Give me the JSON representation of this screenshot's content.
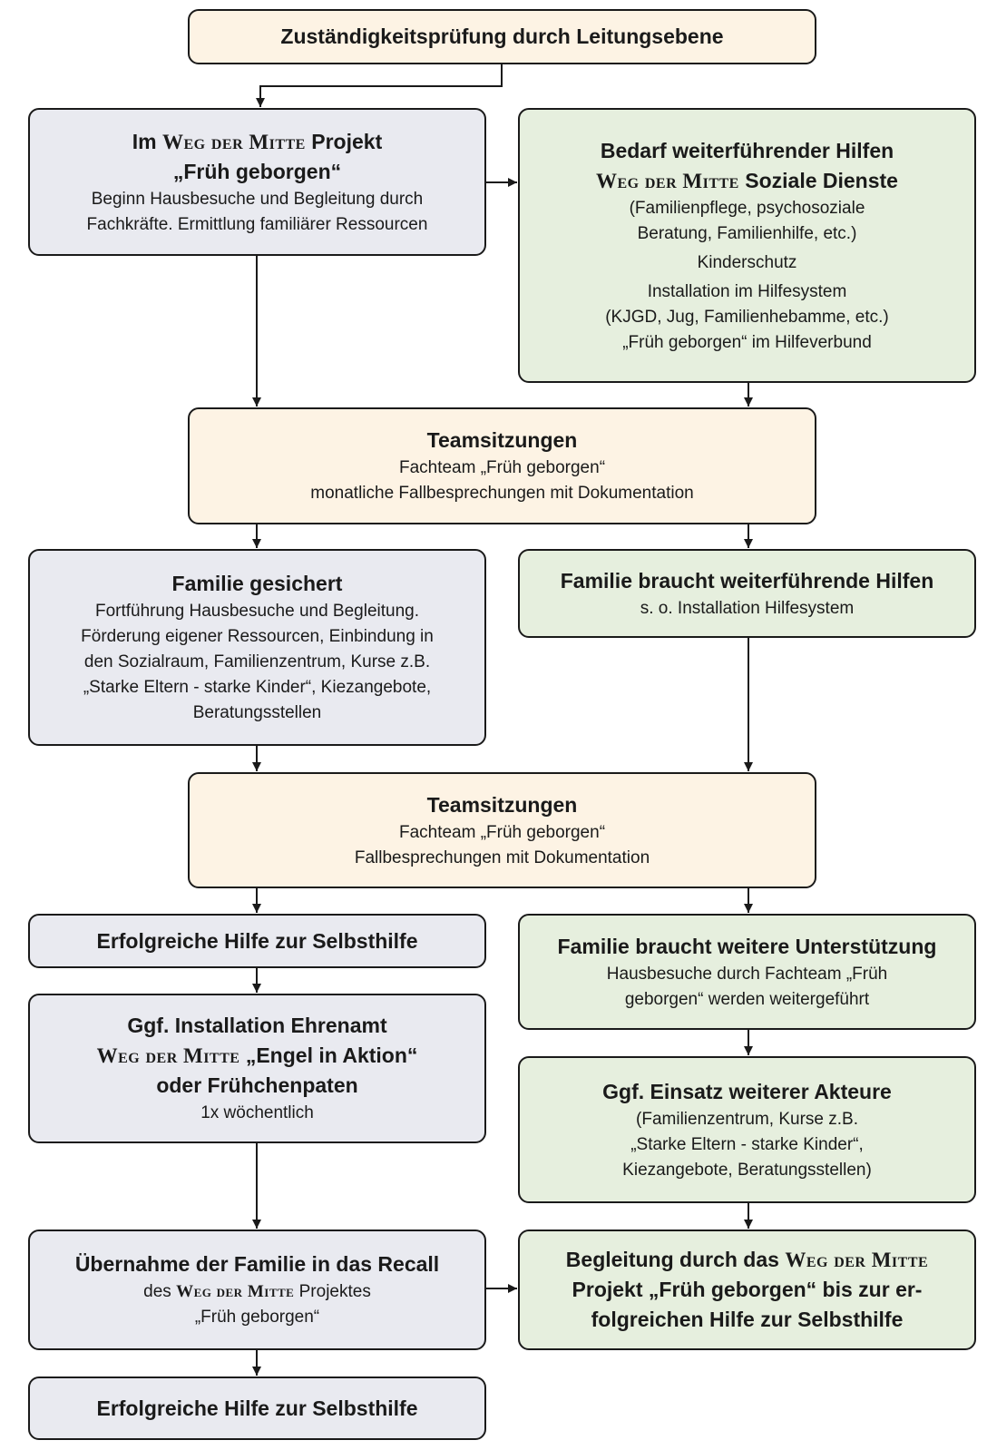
{
  "diagram": {
    "top": {
      "title": "Zuständigkeitsprüfung durch Leitungsebene"
    },
    "projekt": {
      "title_prefix": "Im",
      "brand": "Weg der Mitte",
      "title_suffix": "Projekt",
      "subtitle": "„Früh geborgen“",
      "body_1": "Beginn Hausbesuche und Begleitung durch",
      "body_2": "Fachkräfte. Ermittlung familiärer Ressourcen"
    },
    "bedarf": {
      "title": "Bedarf weiterführender Hilfen",
      "brand": "Weg der Mitte",
      "title_suffix": "Soziale Dienste",
      "line_1": "(Familienpflege, psychosoziale",
      "line_2": "Beratung, Familienhilfe, etc.)",
      "line_3": "Kinderschutz",
      "line_4": "Installation im Hilfesystem",
      "line_5": "(KJGD, Jug, Familienhebamme, etc.)",
      "line_6": "„Früh geborgen“ im Hilfeverbund"
    },
    "team1": {
      "title": "Teamsitzungen",
      "line_1": "Fachteam „Früh geborgen“",
      "line_2": "monatliche Fallbesprechungen mit Dokumentation"
    },
    "gesichert": {
      "title": "Familie gesichert",
      "line_1": "Fortführung Hausbesuche und Begleitung.",
      "line_2": "Förderung eigener Ressourcen, Einbindung in",
      "line_3": "den Sozialraum, Familienzentrum, Kurse z.B.",
      "line_4": "„Starke Eltern - starke Kinder“, Kiezangebote,",
      "line_5": "Beratungsstellen"
    },
    "braucht_hilfen": {
      "title": "Familie braucht weiterführende Hilfen",
      "line_1": "s. o. Installation Hilfesystem"
    },
    "team2": {
      "title": "Teamsitzungen",
      "line_1": "Fachteam „Früh geborgen“",
      "line_2": "Fallbesprechungen mit Dokumentation"
    },
    "erfolg1": {
      "title": "Erfolgreiche Hilfe zur Selbsthilfe"
    },
    "unterstuetzung": {
      "title": "Familie braucht weitere Unterstützung",
      "line_1": "Hausbesuche durch Fachteam „Früh",
      "line_2": "geborgen“ werden weitergeführt"
    },
    "ehrenamt": {
      "title_1": "Ggf. Installation Ehrenamt",
      "brand": "Weg der Mitte",
      "title_2": "„Engel in Aktion“",
      "title_3": "oder Frühchenpaten",
      "line_1": "1x wöchentlich"
    },
    "akteure": {
      "title": "Ggf. Einsatz weiterer Akteure",
      "line_1": "(Familienzentrum, Kurse z.B.",
      "line_2": "„Starke Eltern - starke Kinder“,",
      "line_3": "Kiezangebote, Beratungsstellen)"
    },
    "recall": {
      "title": "Übernahme der Familie in das Recall",
      "line_prefix": "des",
      "brand": "Weg der Mitte",
      "line_suffix": "Projektes",
      "line_2": "„Früh geborgen“"
    },
    "begleitung": {
      "title_prefix": "Begleitung durch das",
      "brand": "Weg der Mitte",
      "title_2": "Projekt „Früh geborgen“ bis zur er-",
      "title_3": "folgreichen Hilfe zur Selbsthilfe"
    },
    "erfolg2": {
      "title": "Erfolgreiche Hilfe zur Selbsthilfe"
    }
  }
}
